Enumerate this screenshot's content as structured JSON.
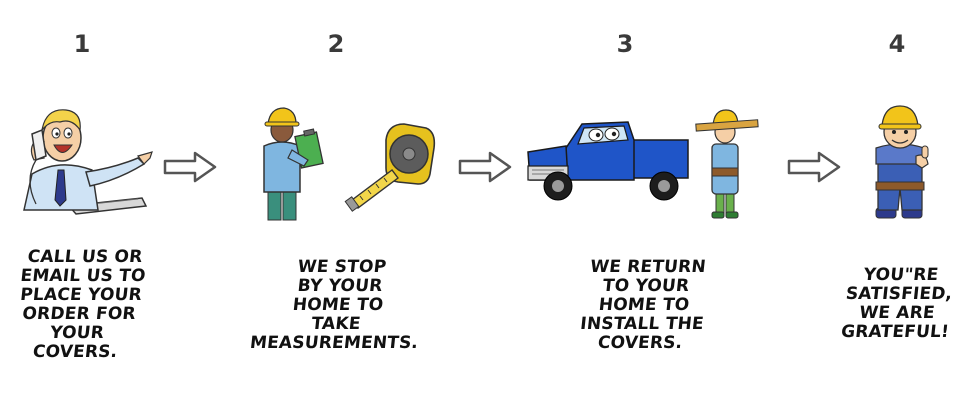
{
  "steps": [
    {
      "number": "1",
      "caption": "CALL US  OR\nEMAIL US TO\nPLACE YOUR\nORDER FOR\nYOUR\nCOVERS.",
      "illustration": "man-on-phone-icon"
    },
    {
      "number": "2",
      "caption": "WE STOP\nBY YOUR\nHOME TO\nTAKE\nMEASUREMENTS.",
      "illustration": "worker-with-clipboard-and-tape-measure-icon"
    },
    {
      "number": "3",
      "caption": "WE RETURN\nTO YOUR\nHOME TO\nINSTALL THE\nCOVERS.",
      "illustration": "pickup-truck-and-carpenter-icon"
    },
    {
      "number": "4",
      "caption": "YOU\"RE\nSATISFIED,\nWE ARE\nGRATEFUL!",
      "illustration": "worker-thumbs-up-icon"
    }
  ],
  "arrows": [
    "arrow-right-icon",
    "arrow-right-icon",
    "arrow-right-icon"
  ],
  "colors": {
    "text": "#111111",
    "number": "#3a3a3a",
    "truck_blue": "#1f55c8",
    "helmet_yellow": "#f2c41a",
    "arrow_outline": "#555555"
  }
}
